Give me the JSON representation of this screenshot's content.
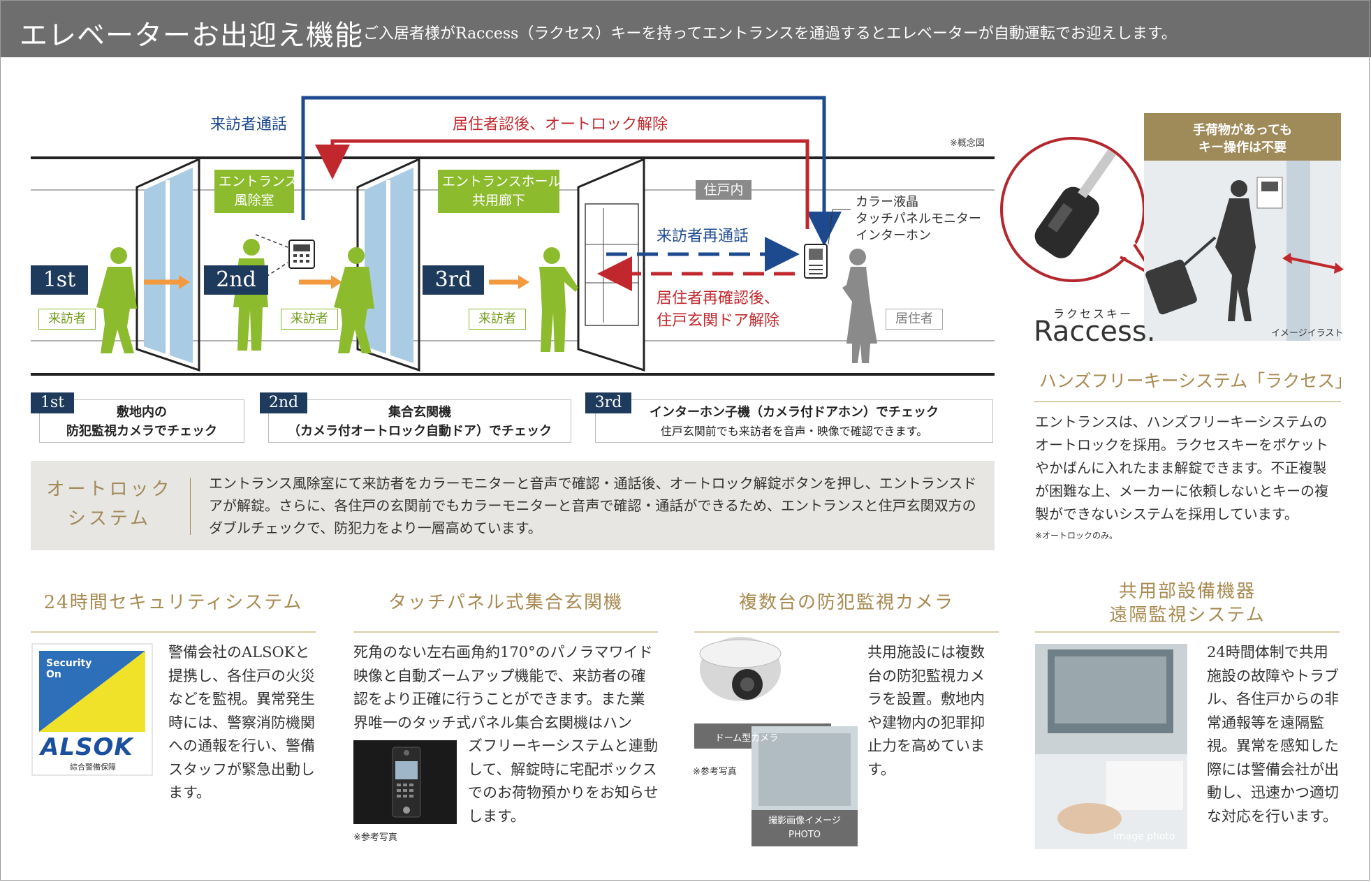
{
  "header": {
    "title": "エレベーターお出迎え機能",
    "description": "ご入居者様がRaccess（ラクセス）キーを持ってエントランスを通過するとエレベーターが自動運転でお迎えします。"
  },
  "diagram": {
    "visitor_call": "来訪者通話",
    "resident_auth": "居住者認後、オートロック解除",
    "concept_note": "※概念図",
    "zone_entrance": [
      "エントランス",
      "風除室"
    ],
    "zone_hall": [
      "エントランスホール・",
      "共用廊下"
    ],
    "zone_unit": "住戸内",
    "monitor_labels": [
      "カラー液晶",
      "タッチパネルモニター",
      "インターホン"
    ],
    "recall": "来訪者再通話",
    "reconfirm": [
      "居住者再確認後、",
      "住戸玄関ドア解除"
    ],
    "steps": [
      "1st",
      "2nd",
      "3rd"
    ],
    "visitor": "来訪者",
    "resident": "居住者"
  },
  "checks": [
    {
      "tag": "1st",
      "lines": [
        "敷地内の",
        "防犯監視カメラでチェック"
      ]
    },
    {
      "tag": "2nd",
      "lines": [
        "集合玄関機",
        "（カメラ付オートロック自動ドア）でチェック"
      ]
    },
    {
      "tag": "3rd",
      "lines": [
        "インターホン子機（カメラ付ドアホン）でチェック"
      ],
      "sub": "住戸玄関前でも来訪者を音声・映像で確認できます。"
    }
  ],
  "autolock": {
    "title": [
      "オートロック",
      "システム"
    ],
    "text": "エントランス風除室にて来訪者をカラーモニターと音声で確認・通話後、オートロック解錠ボタンを押し、エントランスドアが解錠。さらに、各住戸の玄関前でもカラーモニターと音声で確認・通話ができるため、エントランスと住戸玄関双方のダブルチェックで、防犯力をより一層高めています。"
  },
  "raccess": {
    "banner": [
      "手荷物があっても",
      "キー操作は不要"
    ],
    "key_label": "ラクセスキー",
    "logo": "Raccess.",
    "image_note": "イメージイラスト",
    "title": "ハンズフリーキーシステム「ラクセス」",
    "text": "エントランスは、ハンズフリーキーシステムのオートロックを採用。ラクセスキーをポケットやかばんに入れたまま解錠できます。不正複製が困難な上、メーカーに依頼しないとキーの複製ができないシステムを採用しています。",
    "note": "※オートロックのみ。"
  },
  "sections": {
    "security": {
      "title": "24時間セキュリティシステム",
      "text": "警備会社のALSOKと提携し、各住戸の火災などを監視。異常発生時には、警察消防機関への通報を行い、警備スタッフが緊急出動します。",
      "logo_top": "Security On",
      "logo_name": "ALSOK",
      "logo_sub": "綜合警備保障"
    },
    "touch_panel": {
      "title": "タッチパネル式集合玄関機",
      "text_top": "死角のない左右画角約170°のパノラマワイド映像と自動ズームアップ機能で、来訪者の確認をより正確に行うことができます。また業界唯一のタッチ式パネル集合玄関機はハン",
      "text_side": "ズフリーキーシステムと連動して、解錠時に宅配ボックスでのお荷物預かりをお知らせします。",
      "note": "※参考写真"
    },
    "cameras": {
      "title": "複数台の防犯監視カメラ",
      "text": "共用施設には複数台の防犯監視カメラを設置。敷地内や建物内の犯罪抑止力を高めています。",
      "dome_label": "ドーム型カメラ",
      "note": "※参考写真",
      "photo_label": [
        "撮影画像イメージ",
        "PHOTO"
      ]
    },
    "remote": {
      "title": [
        "共用部設備機器",
        "遠隔監視システム"
      ],
      "text": "24時間体制で共用施設の故障やトラブル、各住戸からの非常通報等を遠隔監視。異常を感知した際には警備会社が出動し、迅速かつ適切な対応を行います。",
      "photo_note": "image photo"
    }
  }
}
